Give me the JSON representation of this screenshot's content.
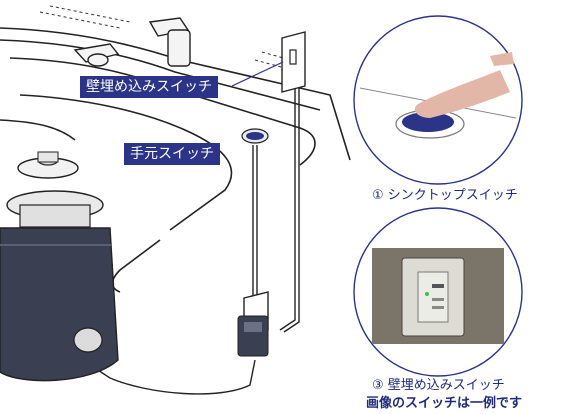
{
  "labels": {
    "wall_switch": "壁埋め込みスイッチ",
    "hand_switch": "手元スイッチ"
  },
  "captions": {
    "sink_top": "① シンクトップスイッチ",
    "wall_embedded": "③ 壁埋め込みスイッチ",
    "note": "画像のスイッチは一例です"
  },
  "colors": {
    "label_bg": "#2b3486",
    "caption_text": "#1f2a7a",
    "switch_blue": "#2b3486",
    "unit_body": "#3a3f52"
  }
}
